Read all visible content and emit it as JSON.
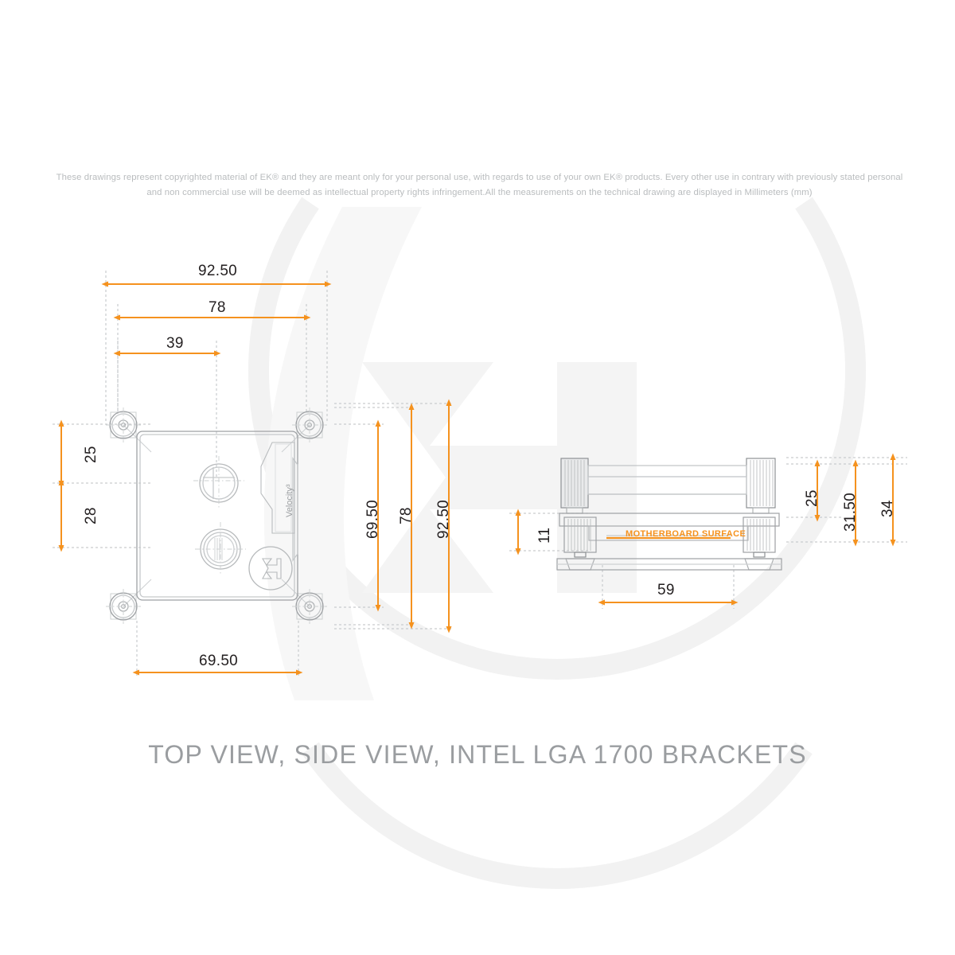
{
  "document": {
    "disclaimer": "These drawings represent copyrighted material of EK® and they are meant only for your personal use, with regards to use of  your own EK® products. Every other use in contrary with previously stated personal and non commercial use will be deemed as intellectual property rights infringement.All the measurements on the technical drawing are displayed in Millimeters (mm)",
    "caption": "TOP VIEW, SIDE VIEW, INTEL LGA 1700 BRACKETS",
    "units": "mm",
    "brand": "EK",
    "watermark": "ek-logo-watermark"
  },
  "colors": {
    "dimension_orange": "#f5921e",
    "line_gray": "#9ea1a4",
    "extension_gray": "#c9ccce",
    "text_dark": "#231f20",
    "caption_gray": "#9a9da0",
    "disclaimer_gray": "#b9bcbe",
    "watermark_gray": "#f4f4f4",
    "background": "#ffffff"
  },
  "top_view": {
    "name": "TOP VIEW",
    "product_label": "Velocity³",
    "logo": "ek-logo",
    "dimensions": {
      "width_overall": "92.50",
      "width_mid": "78",
      "width_half": "39",
      "width_body": "69.50",
      "height_top_segment": "25",
      "height_bottom_segment": "28",
      "height_body": "69.50",
      "height_mid": "78",
      "height_overall": "92.50"
    }
  },
  "side_view": {
    "name": "SIDE VIEW",
    "surface_label": "MOTHERBOARD SURFACE",
    "dimensions": {
      "bracket_height": "11",
      "block_height": "25",
      "height_mid": "31.50",
      "height_overall": "34",
      "width": "59"
    }
  },
  "dimension_labels": [
    {
      "id": "d-92-50-top",
      "value": "92.50",
      "orientation": "horizontal",
      "view": "top"
    },
    {
      "id": "d-78-top",
      "value": "78",
      "orientation": "horizontal",
      "view": "top"
    },
    {
      "id": "d-39-top",
      "value": "39",
      "orientation": "horizontal",
      "view": "top"
    },
    {
      "id": "d-25-left",
      "value": "25",
      "orientation": "vertical",
      "view": "top"
    },
    {
      "id": "d-28-left",
      "value": "28",
      "orientation": "vertical",
      "view": "top"
    },
    {
      "id": "d-69-50-bottom",
      "value": "69.50",
      "orientation": "horizontal",
      "view": "top"
    },
    {
      "id": "d-69-50-right",
      "value": "69.50",
      "orientation": "vertical",
      "view": "top"
    },
    {
      "id": "d-78-right",
      "value": "78",
      "orientation": "vertical",
      "view": "top"
    },
    {
      "id": "d-92-50-right",
      "value": "92.50",
      "orientation": "vertical",
      "view": "top"
    },
    {
      "id": "d-11-side",
      "value": "11",
      "orientation": "vertical",
      "view": "side"
    },
    {
      "id": "d-25-side",
      "value": "25",
      "orientation": "vertical",
      "view": "side"
    },
    {
      "id": "d-31-50-side",
      "value": "31.50",
      "orientation": "vertical",
      "view": "side"
    },
    {
      "id": "d-34-side",
      "value": "34",
      "orientation": "vertical",
      "view": "side"
    },
    {
      "id": "d-59-side",
      "value": "59",
      "orientation": "horizontal",
      "view": "side"
    }
  ]
}
